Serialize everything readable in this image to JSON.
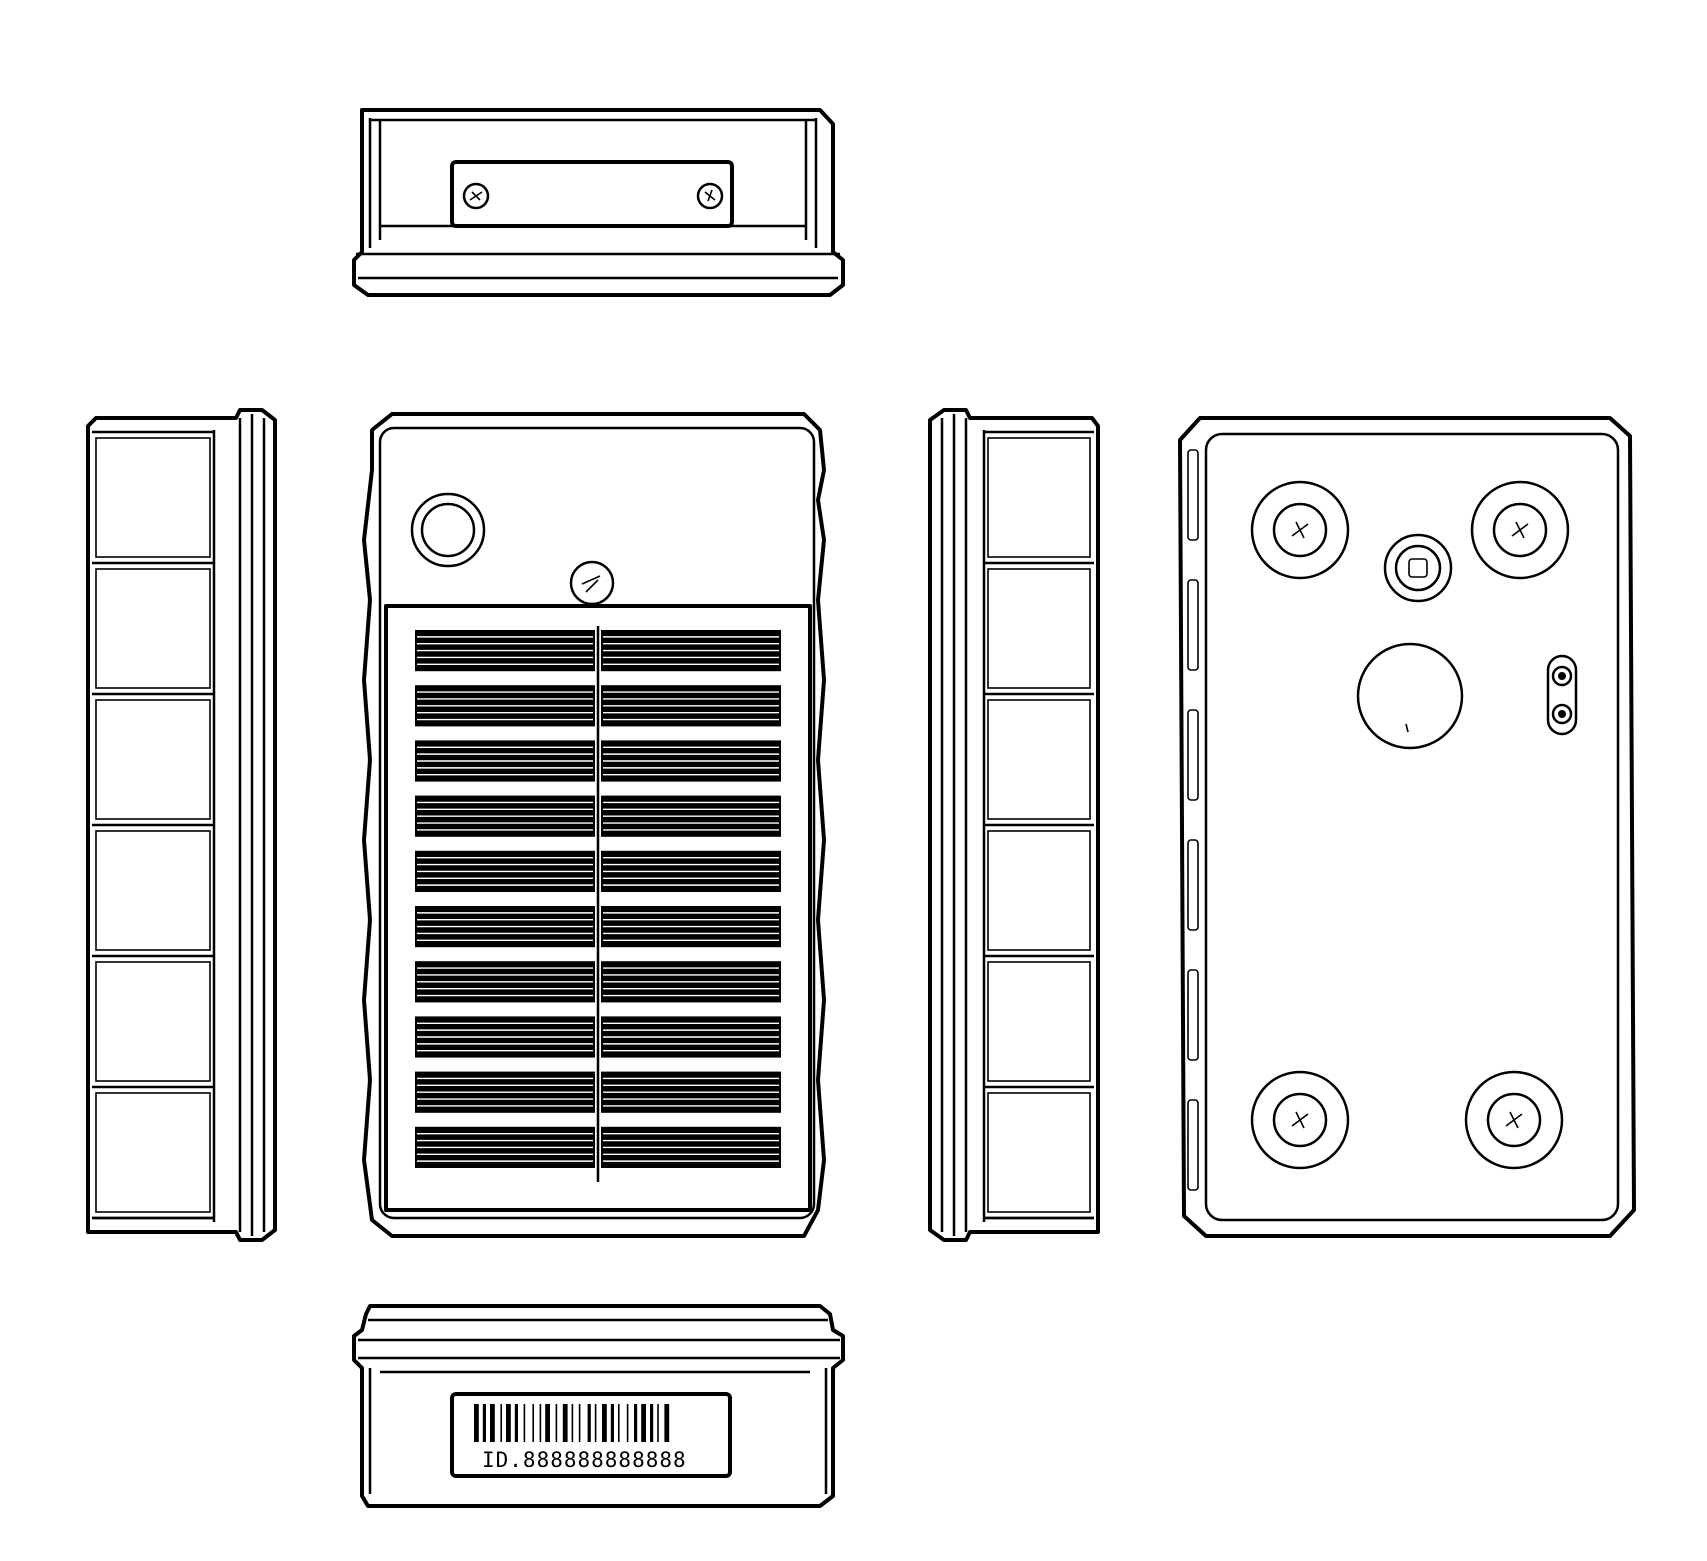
{
  "figure": {
    "background": "#ffffff",
    "ink": "#000000",
    "views": [
      "top-view",
      "left-side-view",
      "front-view",
      "right-side-view",
      "back-view",
      "bottom-view"
    ],
    "solar_panel": {
      "rows": 10,
      "columns": 2
    },
    "side_segments": 6,
    "back_plate": {
      "mounting_screws": 4,
      "cable_gland": 1,
      "led_pair": 1
    },
    "barcode_label": {
      "text": "ID.888888888888"
    }
  }
}
